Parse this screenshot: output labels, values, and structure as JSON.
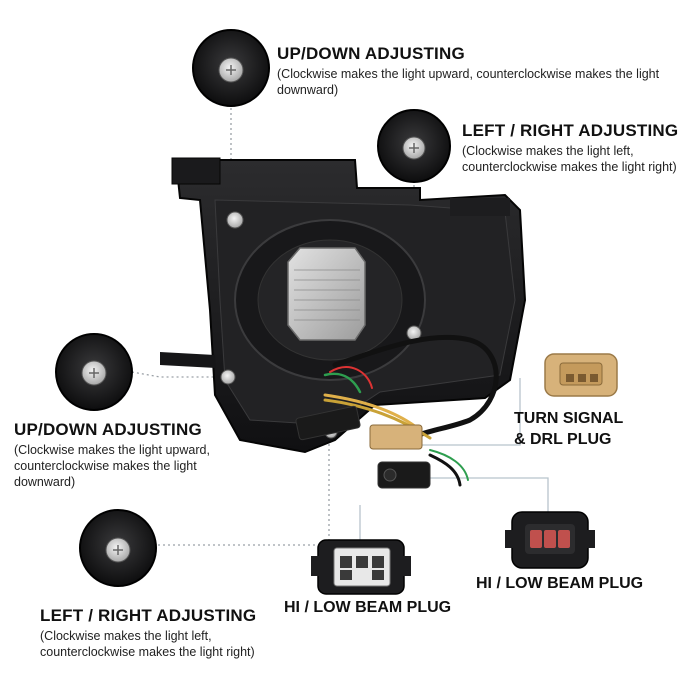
{
  "callouts": [
    {
      "title": "UP/DOWN ADJUSTING",
      "desc": "(Clockwise makes the light upward, counterclockwise makes the light downward)"
    },
    {
      "title": "LEFT / RIGHT ADJUSTING",
      "desc": "(Clockwise makes the light left, counterclockwise makes the light right)"
    },
    {
      "title": "UP/DOWN ADJUSTING",
      "desc": "(Clockwise makes the light upward, counterclockwise makes the light downward)"
    },
    {
      "title": "LEFT / RIGHT ADJUSTING",
      "desc": "(Clockwise makes the light left, counterclockwise makes the light right)"
    }
  ],
  "plugs": {
    "turn_signal_line1": "TURN SIGNAL",
    "turn_signal_line2": "& DRL PLUG",
    "hi_low_right": "HI / LOW BEAM PLUG",
    "hi_low_center": "HI / LOW BEAM PLUG"
  },
  "colors": {
    "housing": "#1c1c1e",
    "leader": "#9aa0a6",
    "plug_tan": "#d7b27a",
    "plug_red": "#c0504d"
  }
}
